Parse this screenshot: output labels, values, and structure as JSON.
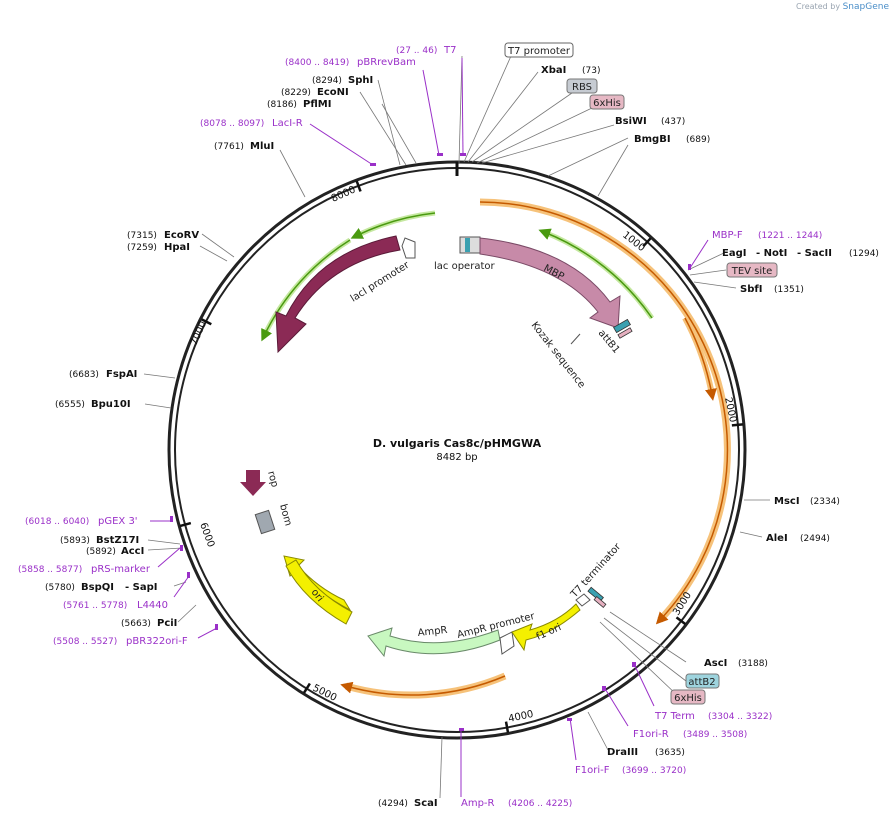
{
  "credit": {
    "prefix": "Created by",
    "brand": "SnapGene"
  },
  "plasmid": {
    "name": "D. vulgaris Cas8c/pHMGWA",
    "length_label": "8482 bp"
  },
  "ticks": [
    "1000",
    "2000",
    "3000",
    "4000",
    "5000",
    "6000",
    "7000",
    "8000"
  ],
  "features": {
    "lacI": "lacI",
    "lacI_promoter": "lacI promoter",
    "lac_operator": "lac operator",
    "MBP": "MBP",
    "attB1": "attB1",
    "kozak": "Kozak sequence",
    "rop": "rop",
    "bom": "bom",
    "ori": "ori",
    "AmpR": "AmpR",
    "AmpR_promoter": "AmpR promoter",
    "f1_ori": "f1 ori",
    "T7_terminator": "T7 terminator"
  },
  "primers": [
    {
      "range": "(27 .. 46)",
      "name": "T7"
    },
    {
      "range": "(8400 .. 8419)",
      "name": "pBRrevBam"
    },
    {
      "range": "(8078 .. 8097)",
      "name": "LacI-R"
    },
    {
      "range": "(1221 .. 1244)",
      "name": "MBP-F"
    },
    {
      "range": "(6018 .. 6040)",
      "name": "pGEX 3'"
    },
    {
      "range": "(5858 .. 5877)",
      "name": "pRS-marker"
    },
    {
      "range": "(5761 .. 5778)",
      "name": "L4440"
    },
    {
      "range": "(5508 .. 5527)",
      "name": "pBR322ori-F"
    },
    {
      "range": "(3304 .. 3322)",
      "name": "T7 Term"
    },
    {
      "range": "(3489 .. 3508)",
      "name": "F1ori-R"
    },
    {
      "range": "(3699 .. 3720)",
      "name": "F1ori-F"
    },
    {
      "range": "(4206 .. 4225)",
      "name": "Amp-R"
    }
  ],
  "sites": [
    {
      "pos": "(73)",
      "name": "XbaI"
    },
    {
      "pos": "(437)",
      "name": "BsiWI"
    },
    {
      "pos": "(689)",
      "name": "BmgBI"
    },
    {
      "pos": "(1294)",
      "name1": "EagI",
      "name2": "- NotI",
      "name3": "- SacII"
    },
    {
      "pos": "(1351)",
      "name": "SbfI"
    },
    {
      "pos": "(2334)",
      "name": "MscI"
    },
    {
      "pos": "(2494)",
      "name": "AleI"
    },
    {
      "pos": "(3188)",
      "name": "AscI"
    },
    {
      "pos": "(3635)",
      "name": "DraIII"
    },
    {
      "pos": "(4294)",
      "name": "ScaI"
    },
    {
      "pos": "(5663)",
      "name": "PciI"
    },
    {
      "pos": "(5780)",
      "name1": "BspQI",
      "name2": "- SapI"
    },
    {
      "pos": "(5892)",
      "name": "AccI"
    },
    {
      "pos": "(5893)",
      "name": "BstZ17I"
    },
    {
      "pos": "(6555)",
      "name": "Bpu10I"
    },
    {
      "pos": "(6683)",
      "name": "FspAI"
    },
    {
      "pos": "(7259)",
      "name": "HpaI"
    },
    {
      "pos": "(7315)",
      "name": "EcoRV"
    },
    {
      "pos": "(7761)",
      "name": "MluI"
    },
    {
      "pos": "(8186)",
      "name": "PflMI"
    },
    {
      "pos": "(8229)",
      "name": "EcoNI"
    },
    {
      "pos": "(8294)",
      "name": "SphI"
    }
  ],
  "boxed": {
    "t7_promoter": "T7 promoter",
    "rbs": "RBS",
    "his1": "6xHis",
    "tev": "TEV site",
    "attB2": "attB2",
    "his2": "6xHis"
  },
  "colors": {
    "primer": "#9a30c8",
    "lacI": "#8b2a55",
    "MBP": "#c78aa8",
    "green_arc": "#4a9a10",
    "orange_arc": "#f6c27a",
    "yellow": "#f4f000",
    "ampr": "#c8f8c0"
  }
}
